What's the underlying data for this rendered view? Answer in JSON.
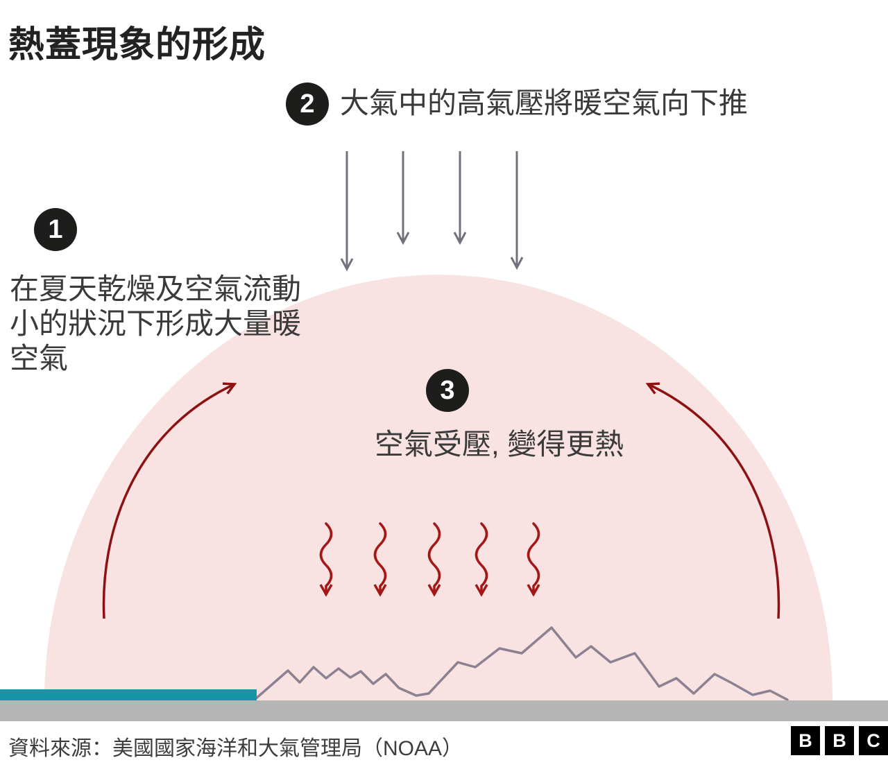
{
  "title": "熱蓋現象的形成",
  "steps": [
    {
      "number": "1",
      "text": "在夏天乾燥及空氣流動小的狀況下形成大量暖空氣"
    },
    {
      "number": "2",
      "text": "大氣中的高氣壓將暖空氣向下推"
    },
    {
      "number": "3",
      "text": "空氣受壓, 變得更熱"
    }
  ],
  "footer": {
    "source": "資料來源：美國國家海洋和大氣管理局（NOAA）",
    "logo_letters": [
      "B",
      "B",
      "C"
    ]
  },
  "colors": {
    "dome_fill": "#f8e2e2",
    "pressure_arrow_gray": "#71717e",
    "heat_wave_red": "#a51717",
    "rising_air_dark_red": "#8e1111",
    "mountain_gray": "#8c8190",
    "ground_gray": "#b5b5b5",
    "water_teal": "#1795a6",
    "badge_background": "#1d1d1b",
    "title_text": "#222222",
    "body_text": "#3a3a3a"
  }
}
